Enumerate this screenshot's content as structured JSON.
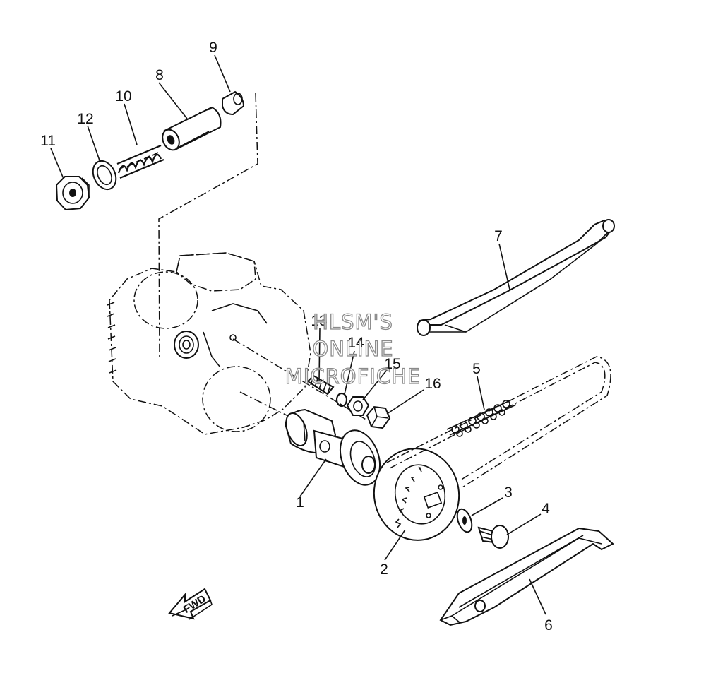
{
  "callouts": {
    "c1": "1",
    "c2": "2",
    "c3": "3",
    "c4": "4",
    "c5": "5",
    "c6": "6",
    "c7": "7",
    "c8": "8",
    "c9": "9",
    "c10": "10",
    "c11": "11",
    "c12": "12",
    "c13": "13",
    "c14": "14",
    "c15": "15",
    "c16": "16"
  },
  "watermark": {
    "line1": "HLSM'S",
    "line2": "ONLINE",
    "line3": "MICROFICHE"
  },
  "direction_marker": {
    "label": "FWD"
  }
}
